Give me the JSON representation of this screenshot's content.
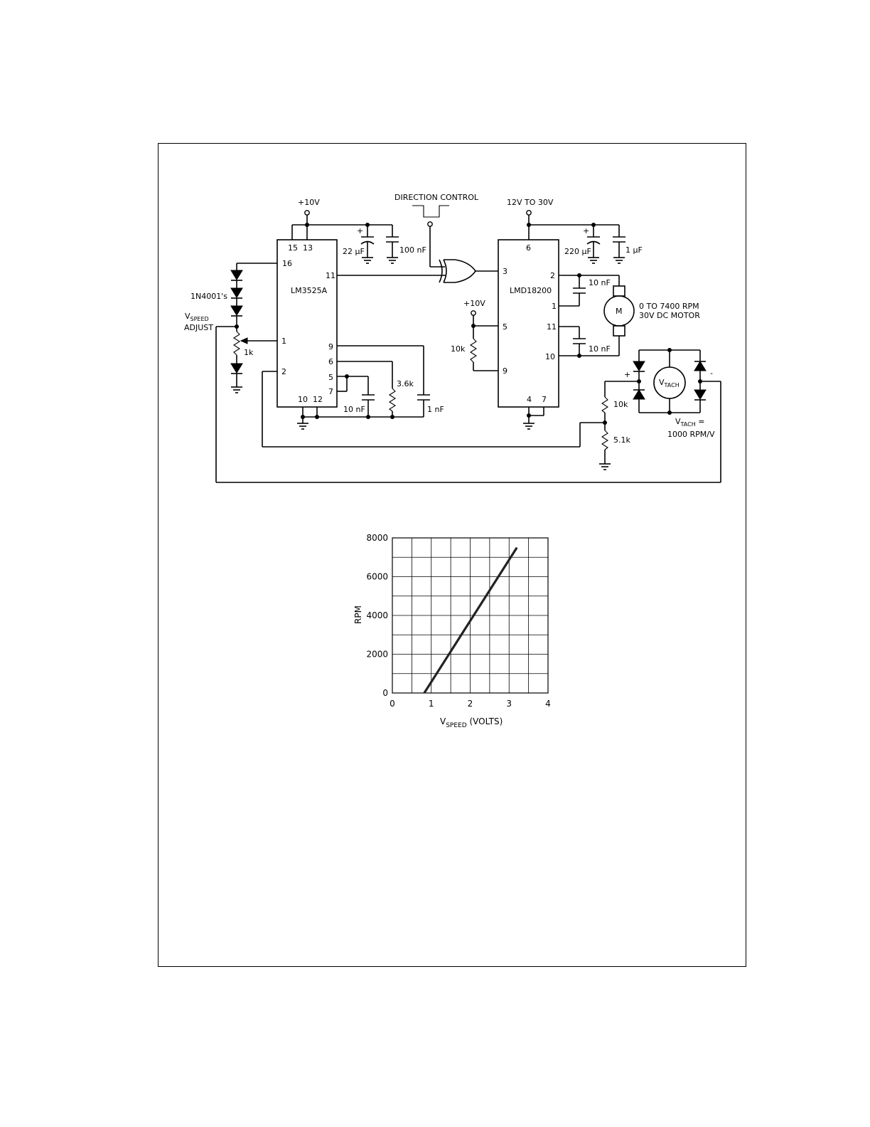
{
  "schematic": {
    "supply_10v": "+10V",
    "direction_control": "DIRECTION CONTROL",
    "supply_motor": "12V TO 30V",
    "ic1_name": "LM3525A",
    "ic2_name": "LMD18200",
    "ic1_pins": {
      "p15": "15",
      "p13": "13",
      "p16": "16",
      "p11": "11",
      "p1": "1",
      "p9": "9",
      "p6": "6",
      "p5": "5",
      "p7": "7",
      "p2": "2",
      "p10": "10",
      "p12": "12"
    },
    "ic2_pins": {
      "p6": "6",
      "p3": "3",
      "p2": "2",
      "p1": "1",
      "p5": "5",
      "p11": "11",
      "p10": "10",
      "p9": "9",
      "p4": "4",
      "p7": "7"
    },
    "c_22uf": "22 μF",
    "c_100nf": "100 nF",
    "c_220uf": "220 μF",
    "c_1uf": "1 μF",
    "c_10nf_a": "10 nF",
    "c_10nf_b": "10 nF",
    "c_10nf_timing": "10 nF",
    "c_1nf": "1 nF",
    "r_3_6k": "3.6k",
    "r_10k_pullup": "10k",
    "r_1k_pot": "1k",
    "r_10k_div": "10k",
    "r_5_1k": "5.1k",
    "diodes_label": "1N4001's",
    "vspeed_main": "V",
    "vspeed_sub": "SPEED",
    "vspeed_adjust": "ADJUST",
    "supply_10v_b": "+10V",
    "motor_symbol": "M",
    "motor_line1": "0 TO 7400 RPM",
    "motor_line2": "30V DC MOTOR",
    "tach_main": "V",
    "tach_sub": "TACH",
    "tach_plus": "+",
    "tach_minus": "-",
    "vtach_main": "V",
    "vtach_sub": "TACH",
    "vtach_eq": " =",
    "vtach_scale": "1000 RPM/V"
  },
  "chart_data": {
    "type": "line",
    "xlabel_main": "V",
    "xlabel_sub": "SPEED",
    "xlabel_units": " (VOLTS)",
    "ylabel": "RPM",
    "xlim": [
      0,
      4
    ],
    "ylim": [
      0,
      8000
    ],
    "x_ticks": [
      "0",
      "1",
      "2",
      "3",
      "4"
    ],
    "y_ticks": [
      "0",
      "2000",
      "4000",
      "6000",
      "8000"
    ],
    "x_minor_step": 0.5,
    "y_minor_step": 1000,
    "grid": true,
    "series": [
      {
        "x": [
          0.82,
          3.2
        ],
        "y": [
          0,
          7500
        ]
      }
    ]
  }
}
